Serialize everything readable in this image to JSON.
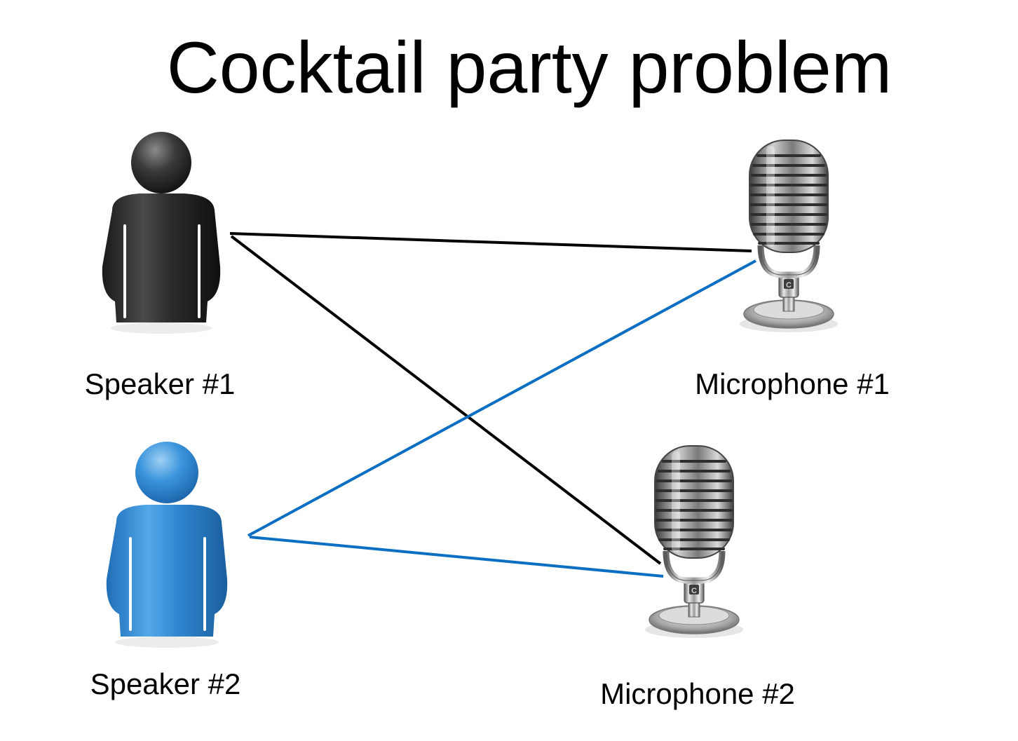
{
  "title": "Cocktail party problem",
  "speakers": [
    {
      "label": "Speaker #1",
      "color": "#2b2b2b"
    },
    {
      "label": "Speaker #2",
      "color": "#2f86cf"
    }
  ],
  "microphones": [
    {
      "label": "Microphone #1"
    },
    {
      "label": "Microphone #2"
    }
  ],
  "connections": [
    {
      "from": "Speaker #1",
      "to": "Microphone #1",
      "color": "#000000"
    },
    {
      "from": "Speaker #1",
      "to": "Microphone #2",
      "color": "#000000"
    },
    {
      "from": "Speaker #2",
      "to": "Microphone #1",
      "color": "#0a6fc2"
    },
    {
      "from": "Speaker #2",
      "to": "Microphone #2",
      "color": "#0a6fc2"
    }
  ]
}
